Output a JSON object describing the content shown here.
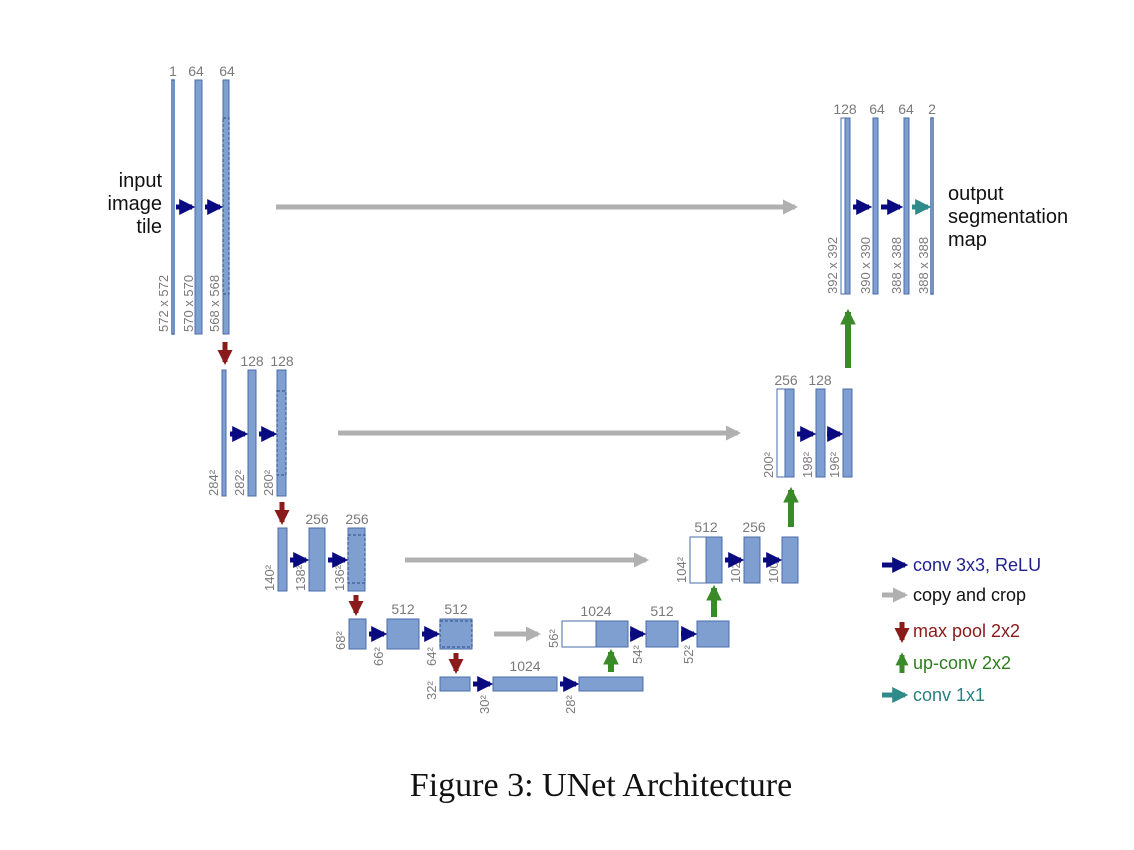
{
  "side_labels": {
    "input": [
      "input",
      "image",
      "tile"
    ],
    "output": [
      "output",
      "segmentation",
      "map"
    ]
  },
  "channels": {
    "l1": [
      "1",
      "64",
      "64"
    ],
    "l2": [
      "128",
      "128"
    ],
    "l3": [
      "256",
      "256"
    ],
    "l4": [
      "512",
      "512"
    ],
    "l5": [
      "1024"
    ],
    "u4": [
      "1024",
      "512"
    ],
    "u3": [
      "512",
      "256"
    ],
    "u2": [
      "256",
      "128"
    ],
    "u1": [
      "128",
      "64",
      "64",
      "2"
    ]
  },
  "dims": {
    "l1": [
      "572 x 572",
      "570 x 570",
      "568 x 568"
    ],
    "l2": [
      "284²",
      "282²",
      "280²"
    ],
    "l3": [
      "140²",
      "138²",
      "136²"
    ],
    "l4": [
      "68²",
      "66²",
      "64²"
    ],
    "l5": [
      "32²",
      "30²",
      "28²"
    ],
    "u4": [
      "56²",
      "54²",
      "52²"
    ],
    "u3": [
      "104²",
      "102²",
      "100²"
    ],
    "u2": [
      "200²",
      "198²",
      "196²"
    ],
    "u1": [
      "392 x 392",
      "390 x 390",
      "388 x 388",
      "388 x 388"
    ]
  },
  "legend": [
    {
      "label": "conv 3x3, ReLU",
      "color": "#1f1f8f",
      "arrow": "right",
      "arrow_color": "#0a0a80"
    },
    {
      "label": "copy and crop",
      "color": "#111111",
      "arrow": "right",
      "arrow_color": "#b0b0b0"
    },
    {
      "label": "max pool 2x2",
      "color": "#8b1a1a",
      "arrow": "down",
      "arrow_color": "#8b1a1a"
    },
    {
      "label": "up-conv 2x2",
      "color": "#2e7d1e",
      "arrow": "up",
      "arrow_color": "#3a8a2a"
    },
    {
      "label": "conv 1x1",
      "color": "#2a7f7f",
      "arrow": "right",
      "arrow_color": "#2f8a8a"
    }
  ],
  "caption": "Figure 3: UNet Architecture",
  "colors": {
    "block": "#7f9fd0",
    "block_border": "#4a6da8",
    "conv_arrow": "#0a0a80",
    "copy_arrow": "#b0b0b0",
    "pool_arrow": "#8b1a1a",
    "upconv_arrow": "#3a8a2a",
    "conv1x1_arrow": "#2f8a8a"
  }
}
